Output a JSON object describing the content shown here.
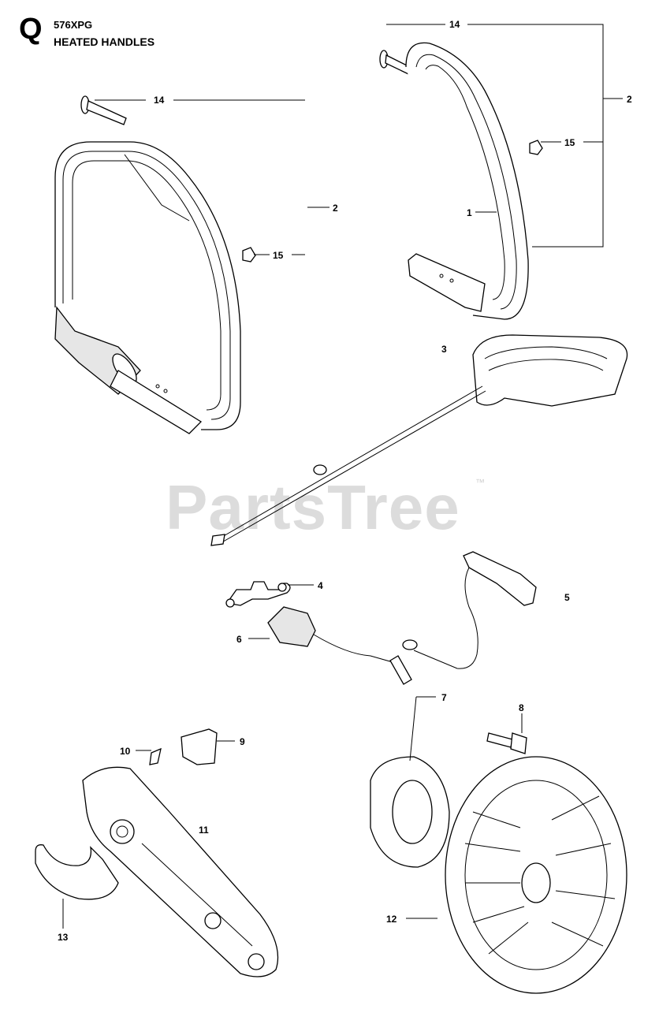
{
  "header": {
    "section_letter": "Q",
    "model": "576XPG",
    "title": "HEATED HANDLES"
  },
  "watermark": {
    "text": "PartsTree",
    "trademark": "™"
  },
  "callouts": {
    "c14_left": "14",
    "c2_left": "2",
    "c15_left": "15",
    "c14_right": "14",
    "c2_right": "2",
    "c15_right": "15",
    "c1": "1",
    "c3": "3",
    "c4": "4",
    "c5": "5",
    "c6": "6",
    "c7": "7",
    "c8": "8",
    "c9": "9",
    "c10": "10",
    "c11": "11",
    "c12": "12",
    "c13": "13"
  }
}
